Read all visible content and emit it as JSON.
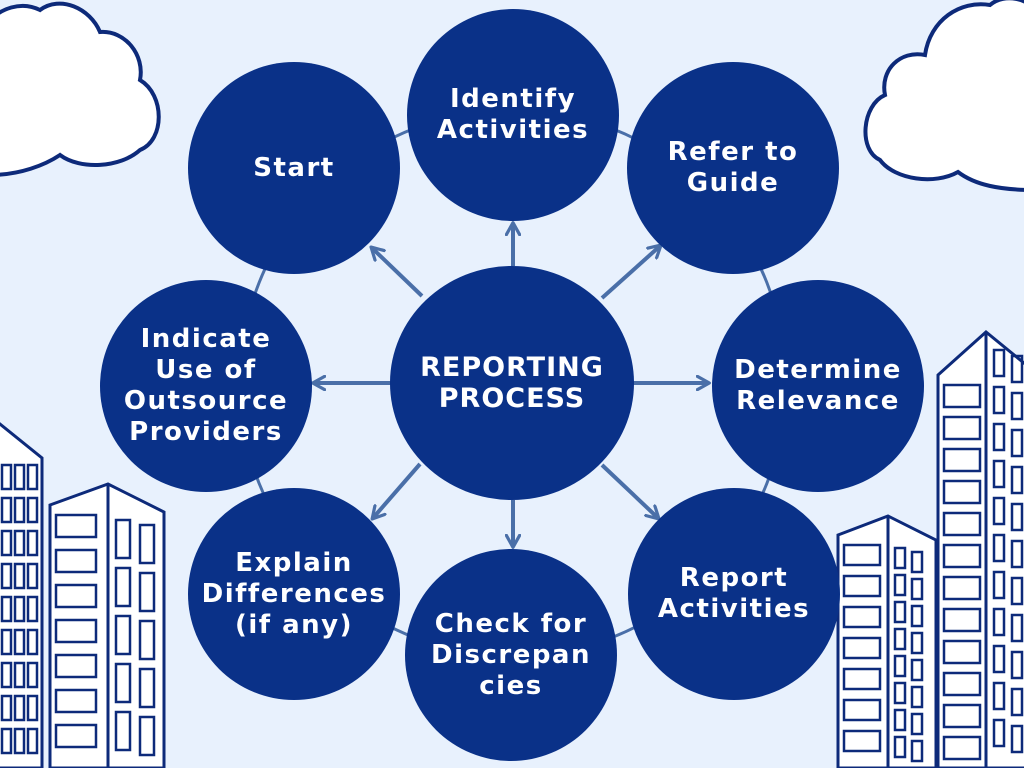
{
  "colors": {
    "background": "#e8f1fd",
    "node_fill": "#0a3188",
    "connector": "#4a6fa8",
    "building_stroke": "#0d2a7a"
  },
  "center": {
    "label": "REPORTING\nPROCESS"
  },
  "steps": [
    {
      "label": "Start"
    },
    {
      "label": "Identify\nActivities"
    },
    {
      "label": "Refer to\nGuide"
    },
    {
      "label": "Determine\nRelevance"
    },
    {
      "label": "Report\nActivities"
    },
    {
      "label": "Check for\nDiscrepan\ncies"
    },
    {
      "label": "Explain\nDifferences\n(if any)"
    },
    {
      "label": "Indicate\nUse of\nOutsource\nProviders"
    }
  ]
}
